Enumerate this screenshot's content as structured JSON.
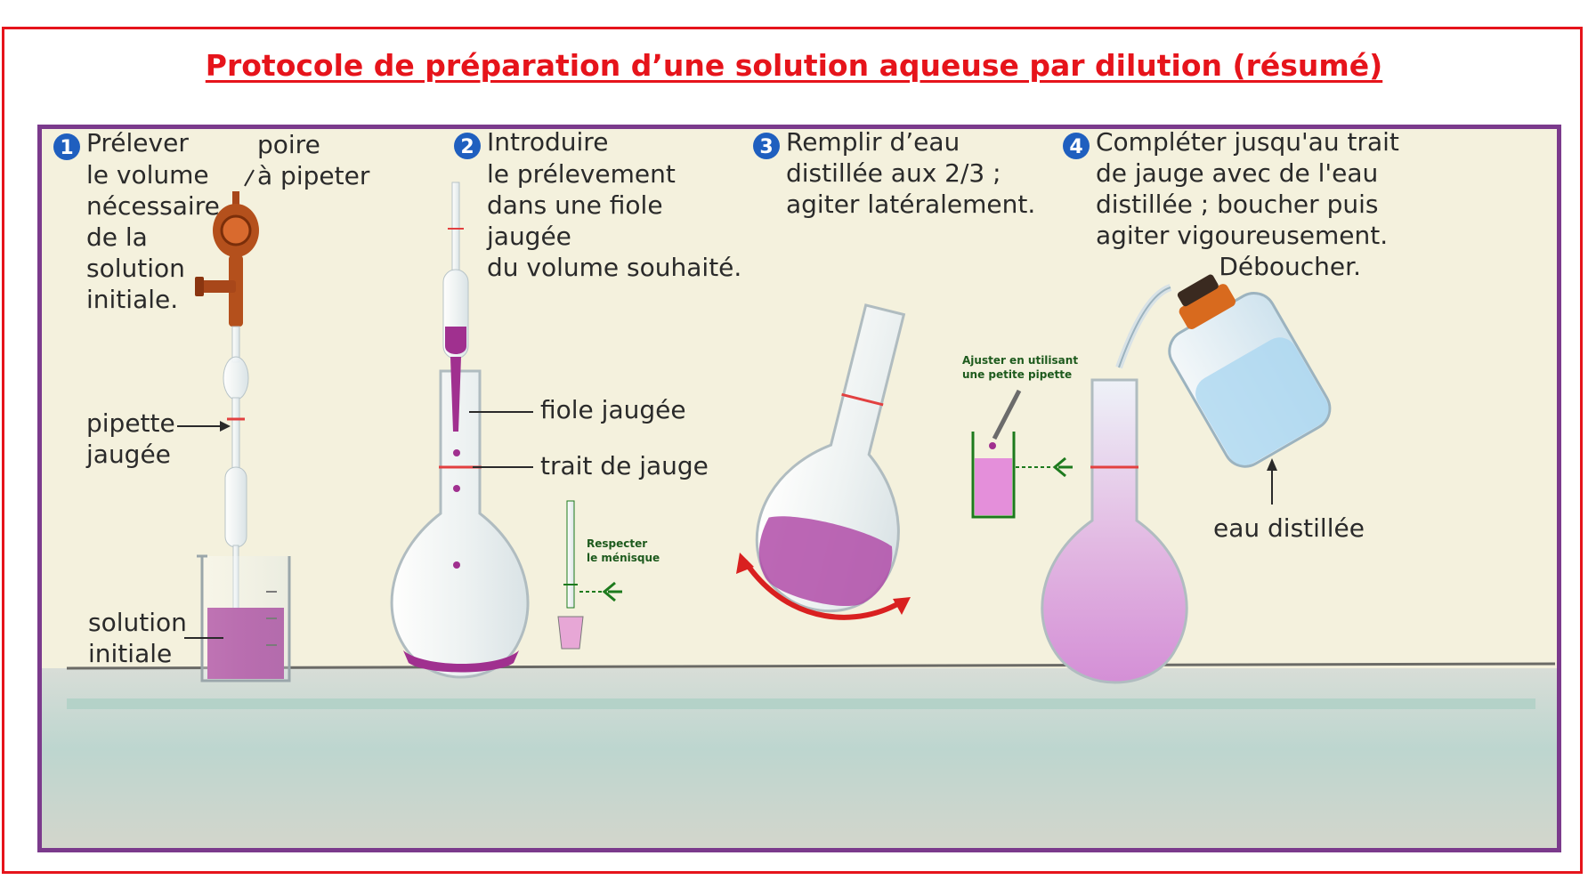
{
  "title": "Protocole de préparation d’une solution aqueuse par dilution  (résumé)",
  "steps": [
    {
      "number": "1",
      "lines": [
        "Prélever",
        "le volume",
        "nécessaire",
        "de la",
        "solution",
        "initiale."
      ]
    },
    {
      "number": "2",
      "lines": [
        "Introduire",
        "le prélevement",
        "dans une fiole",
        "jaugée",
        "du volume souhaité."
      ]
    },
    {
      "number": "3",
      "lines": [
        "Remplir d’eau",
        "distillée aux 2/3 ;",
        "agiter latéralement."
      ]
    },
    {
      "number": "4",
      "lines": [
        "Compléter jusqu'au trait",
        "de jauge avec de l'eau",
        "distillée ; boucher puis",
        "agiter vigoureusement.",
        "Déboucher."
      ]
    }
  ],
  "labels": {
    "poire_1": "poire",
    "poire_2": "à pipeter",
    "pipette_1": "pipette",
    "pipette_2": "jaugée",
    "solution_1": "solution",
    "solution_2": "initiale",
    "fiole": "fiole jaugée",
    "trait": "trait de jauge",
    "menisque_1": "Respecter",
    "menisque_2": "le ménisque",
    "ajuster_1": "Ajuster en utilisant",
    "ajuster_2": "une petite pipette",
    "eau": "eau distillée"
  },
  "colors": {
    "title": "#e6141b",
    "frame": "#e6141b",
    "panel_border": "#7b3a8c",
    "panel_bg": "#f4f1dd",
    "step_circle": "#1f5fbf",
    "solution": "#a0308f",
    "diluted": "#d69ad8",
    "arrow": "#d92020"
  }
}
